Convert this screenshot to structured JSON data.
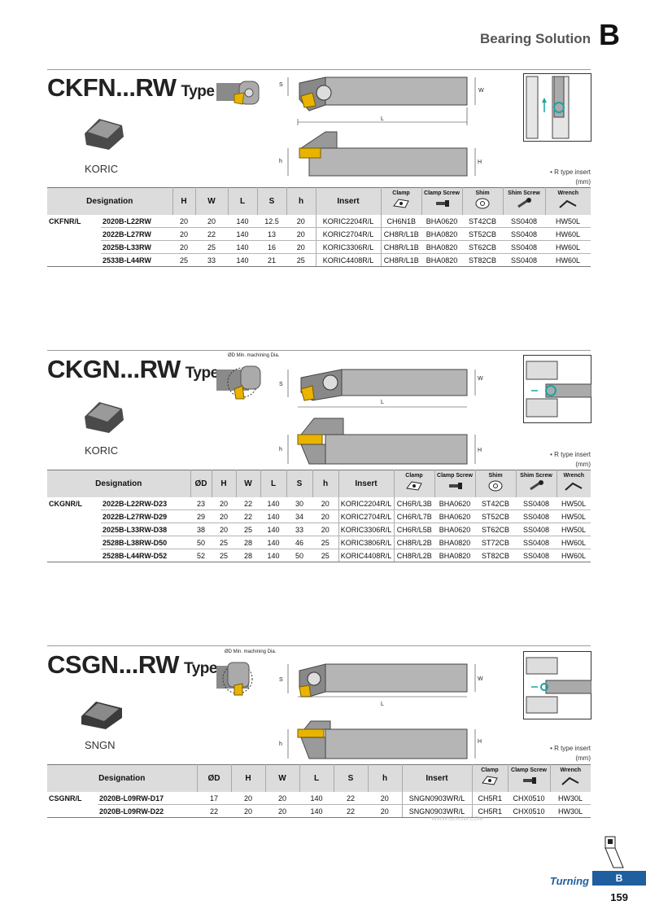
{
  "header": {
    "title": "Bearing Solution",
    "letter": "B"
  },
  "sections": [
    {
      "title": "CKFN...RW",
      "type": "Type",
      "insert_name": "KORIC",
      "note1": "• R type insert",
      "note2": "(mm)",
      "dims": {
        "s": "S",
        "w": "W",
        "l": "L",
        "h": "h",
        "H": "H"
      },
      "columns": [
        "Designation",
        "H",
        "W",
        "L",
        "S",
        "h",
        "Insert",
        "Clamp",
        "Clamp Screw",
        "Shim",
        "Shim Screw",
        "Wrench"
      ],
      "series": "CKFNR/L",
      "rows": [
        [
          "2020B-L22RW",
          "20",
          "20",
          "140",
          "12.5",
          "20",
          "KORIC2204R/L",
          "CH6N1B",
          "BHA0620",
          "ST42CB",
          "SS0408",
          "HW50L"
        ],
        [
          "2022B-L27RW",
          "20",
          "22",
          "140",
          "13",
          "20",
          "KORIC2704R/L",
          "CH8R/L1B",
          "BHA0820",
          "ST52CB",
          "SS0408",
          "HW60L"
        ],
        [
          "2025B-L33RW",
          "20",
          "25",
          "140",
          "16",
          "20",
          "KORIC3306R/L",
          "CH8R/L1B",
          "BHA0820",
          "ST62CB",
          "SS0408",
          "HW60L"
        ],
        [
          "2533B-L44RW",
          "25",
          "33",
          "140",
          "21",
          "25",
          "KORIC4408R/L",
          "CH8R/L1B",
          "BHA0820",
          "ST82CB",
          "SS0408",
          "HW60L"
        ]
      ]
    },
    {
      "title": "CKGN...RW",
      "type": "Type",
      "insert_name": "KORIC",
      "machining": "ØD Min. machining Dia.",
      "note1": "• R type insert",
      "note2": "(mm)",
      "dims": {
        "s": "S",
        "w": "W",
        "l": "L",
        "h": "h",
        "H": "H"
      },
      "columns": [
        "Designation",
        "ØD",
        "H",
        "W",
        "L",
        "S",
        "h",
        "Insert",
        "Clamp",
        "Clamp Screw",
        "Shim",
        "Shim Screw",
        "Wrench"
      ],
      "series": "CKGNR/L",
      "rows": [
        [
          "2022B-L22RW-D23",
          "23",
          "20",
          "22",
          "140",
          "30",
          "20",
          "KORIC2204R/L",
          "CH6R/L3B",
          "BHA0620",
          "ST42CB",
          "SS0408",
          "HW50L"
        ],
        [
          "2022B-L27RW-D29",
          "29",
          "20",
          "22",
          "140",
          "34",
          "20",
          "KORIC2704R/L",
          "CH6R/L7B",
          "BHA0620",
          "ST52CB",
          "SS0408",
          "HW50L"
        ],
        [
          "2025B-L33RW-D38",
          "38",
          "20",
          "25",
          "140",
          "33",
          "20",
          "KORIC3306R/L",
          "CH6R/L5B",
          "BHA0620",
          "ST62CB",
          "SS0408",
          "HW50L"
        ],
        [
          "2528B-L38RW-D50",
          "50",
          "25",
          "28",
          "140",
          "46",
          "25",
          "KORIC3806R/L",
          "CH8R/L2B",
          "BHA0820",
          "ST72CB",
          "SS0408",
          "HW60L"
        ],
        [
          "2528B-L44RW-D52",
          "52",
          "25",
          "28",
          "140",
          "50",
          "25",
          "KORIC4408R/L",
          "CH8R/L2B",
          "BHA0820",
          "ST82CB",
          "SS0408",
          "HW60L"
        ]
      ]
    },
    {
      "title": "CSGN...RW",
      "type": "Type",
      "insert_name": "SNGN",
      "machining": "ØD Min. machining Dia.",
      "note1": "• R type insert",
      "note2": "(mm)",
      "dims": {
        "s": "S",
        "w": "W",
        "l": "L",
        "h": "h",
        "H": "H"
      },
      "columns": [
        "Designation",
        "ØD",
        "H",
        "W",
        "L",
        "S",
        "h",
        "Insert",
        "Clamp",
        "Clamp Screw",
        "Wrench"
      ],
      "series": "CSGNR/L",
      "rows": [
        [
          "2020B-L09RW-D17",
          "17",
          "20",
          "20",
          "140",
          "22",
          "20",
          "SNGN0903WR/L",
          "CH5R1",
          "CHX0510",
          "HW30L"
        ],
        [
          "2020B-L09RW-D22",
          "22",
          "20",
          "20",
          "140",
          "22",
          "20",
          "SNGN0903WR/L",
          "CH5R1",
          "CHX0510",
          "HW30L"
        ]
      ]
    }
  ],
  "watermark": "WWW.GLRJW.COM",
  "footer": {
    "section": "Turning",
    "tab": "B",
    "page": "159"
  },
  "colors": {
    "accent": "#1f5f9f",
    "table_header": "#dcdcdc",
    "insert_gold": "#e8b400"
  }
}
